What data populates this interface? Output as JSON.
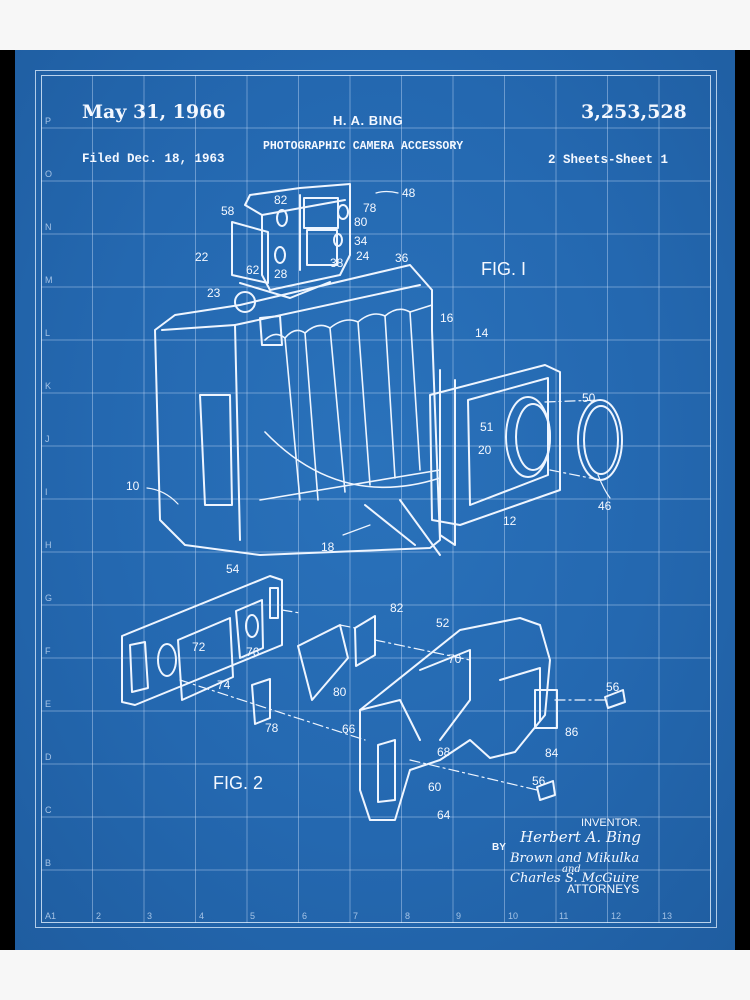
{
  "header": {
    "date": "May 31, 1966",
    "inventor_name": "H. A. BING",
    "patent_number": "3,253,528",
    "title": "PHOTOGRAPHIC CAMERA ACCESSORY",
    "filed": "Filed Dec. 18, 1963",
    "sheets": "2 Sheets-Sheet 1"
  },
  "figures": {
    "fig1_label": "FIG. I",
    "fig2_label": "FIG. 2"
  },
  "fig1_callouts": [
    "48",
    "82",
    "78",
    "58",
    "80",
    "34",
    "22",
    "62",
    "28",
    "38",
    "24",
    "36",
    "23",
    "16",
    "14",
    "50",
    "51",
    "20",
    "10",
    "12",
    "46",
    "18"
  ],
  "fig2_callouts": [
    "54",
    "82",
    "72",
    "76",
    "74",
    "80",
    "78",
    "52",
    "70",
    "66",
    "68",
    "60",
    "64",
    "56",
    "56",
    "86",
    "84"
  ],
  "signature": {
    "inventor_heading": "INVENTOR.",
    "inventor_signature": "Herbert A. Bing",
    "by": "BY",
    "attorney_line1": "Brown and Mikulka",
    "attorney_and": "and",
    "attorney_line2": "Charles S. McGuire",
    "attorneys_heading": "ATTORNEYS"
  },
  "grid": {
    "row_labels": [
      "P",
      "O",
      "N",
      "M",
      "L",
      "K",
      "J",
      "I",
      "H",
      "G",
      "F",
      "E",
      "D",
      "C",
      "B",
      "A1"
    ],
    "column_labels": [
      "2",
      "3",
      "4",
      "5",
      "6",
      "7",
      "8",
      "9",
      "10",
      "11",
      "12",
      "13"
    ]
  },
  "colors": {
    "blueprint": "#2468b0",
    "line": "#eef5ff",
    "page_bg": "#f7f7f7",
    "side_bars": "#000000"
  }
}
